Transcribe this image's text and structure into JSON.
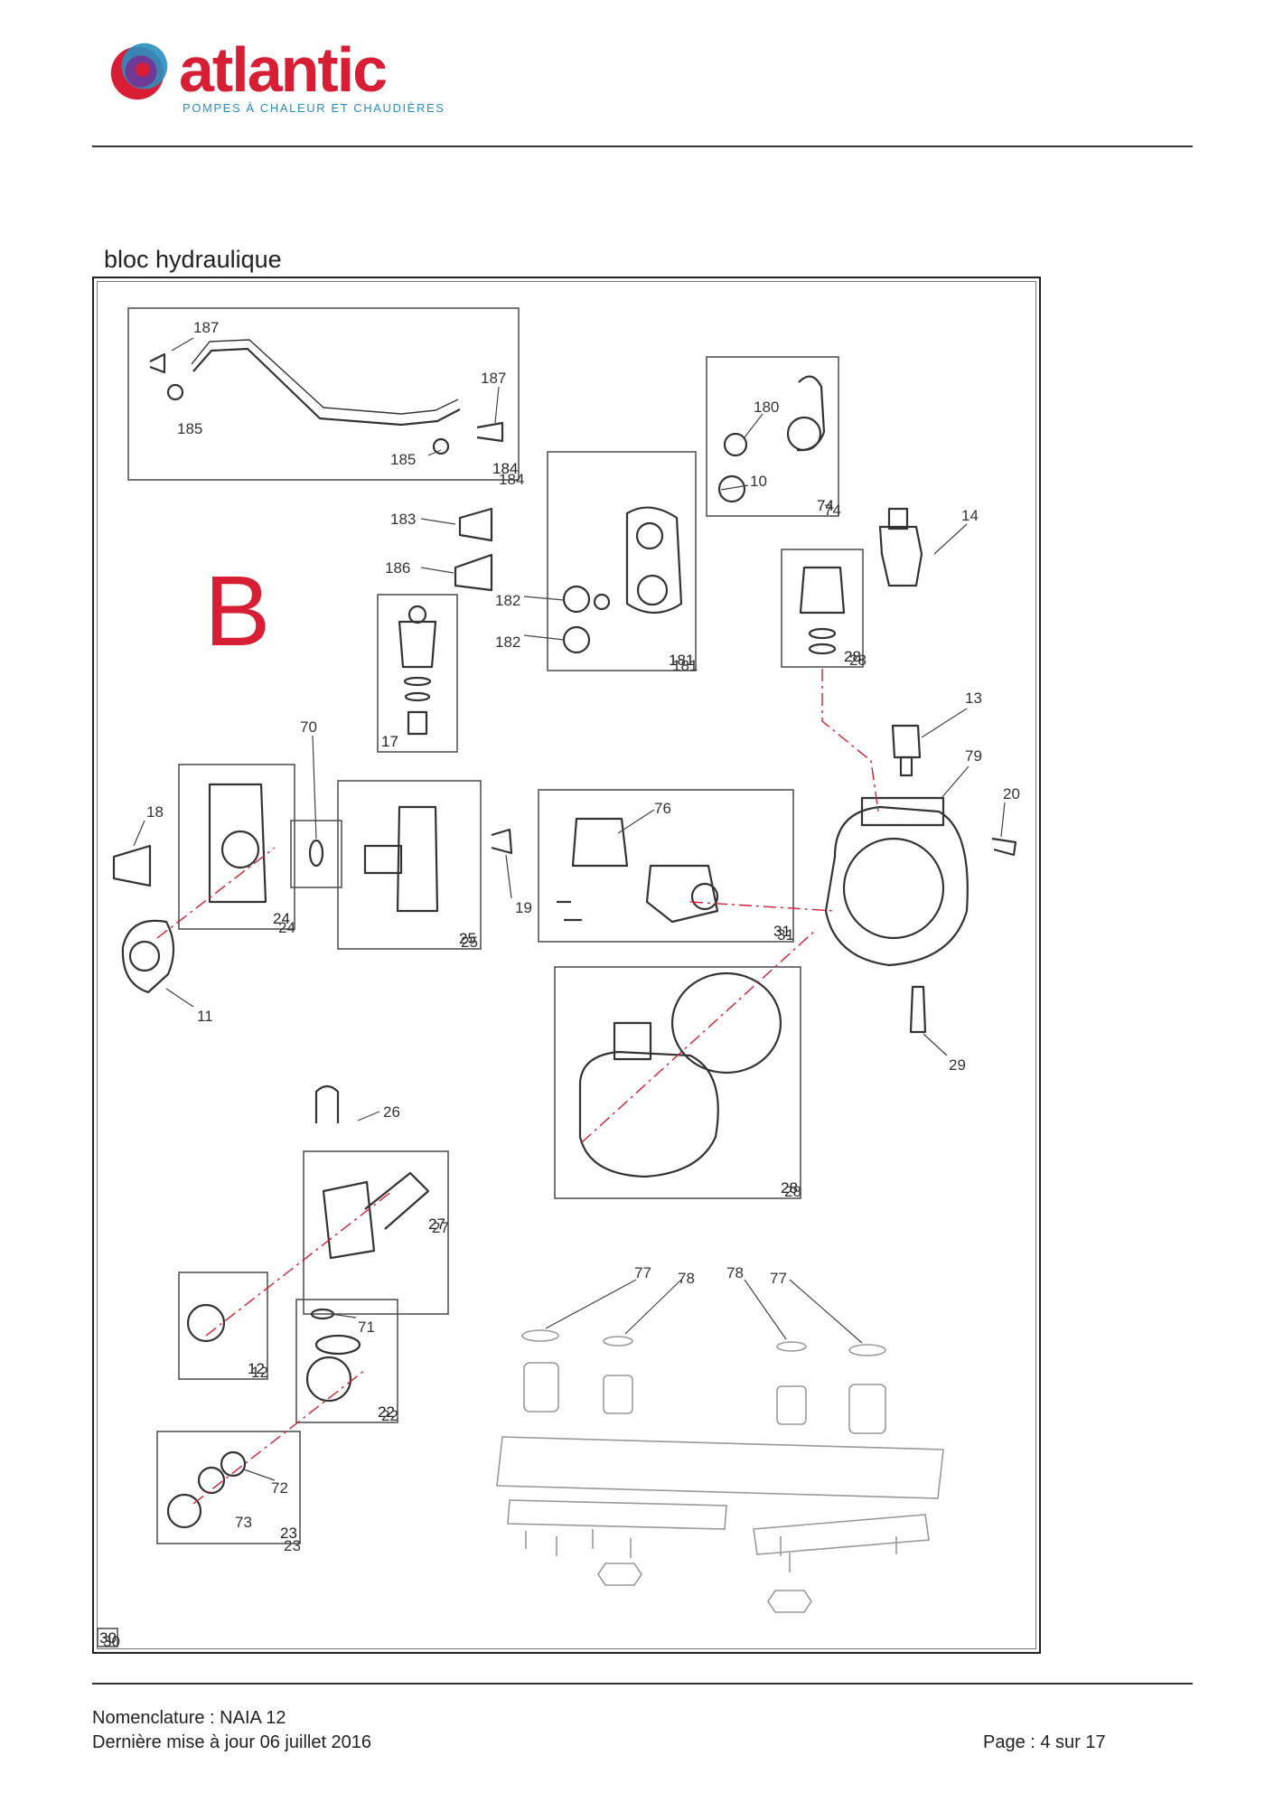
{
  "header": {
    "brand": "atlantic",
    "tagline": "POMPES À CHALEUR ET CHAUDIÈRES",
    "colors": {
      "brand_red": "#d81e34",
      "brand_blue": "#2a8fc0",
      "brand_purple": "#7a2c8f"
    }
  },
  "section": {
    "title": "bloc hydraulique"
  },
  "diagram": {
    "group_letter": "B",
    "group_letter_color": "#d81e34",
    "frame_number": "30",
    "box_numbers": {
      "b184": "184",
      "b180": "74",
      "b181": "181",
      "b28s": "28",
      "b17": "17",
      "b24": "24",
      "b25": "25",
      "b31": "31",
      "b28": "28",
      "b27": "27",
      "b12": "12",
      "b22": "22",
      "b23": "23"
    },
    "labels": {
      "l187a": "187",
      "l187b": "187",
      "l185a": "185",
      "l185b": "185",
      "l184": "184",
      "l180": "180",
      "l10": "10",
      "l74": "74",
      "l14": "14",
      "l183": "183",
      "l186": "186",
      "l182a": "182",
      "l182b": "182",
      "l181": "181",
      "l28s": "28",
      "l13": "13",
      "l79": "79",
      "l20": "20",
      "l70": "70",
      "l18": "18",
      "l76": "76",
      "l19": "19",
      "l24": "24",
      "l25": "25",
      "l31": "31",
      "l11": "11",
      "l29": "29",
      "l26": "26",
      "l27": "27",
      "l28": "28",
      "l77a": "77",
      "l78a": "78",
      "l78b": "78",
      "l77b": "77",
      "l71": "71",
      "l12": "12",
      "l22": "22",
      "l72": "72",
      "l73": "73",
      "l23": "23",
      "l30": "30"
    }
  },
  "footer": {
    "nomenclature": "Nomenclature : NAIA 12",
    "updated": "Dernière mise à jour 06 juillet 2016",
    "page": "Page : 4 sur 17"
  }
}
